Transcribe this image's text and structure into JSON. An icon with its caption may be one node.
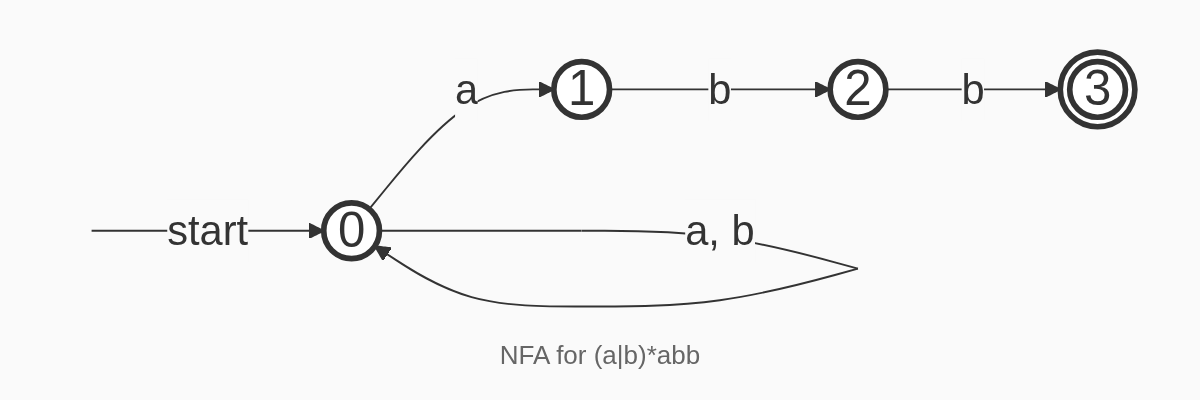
{
  "diagram": {
    "caption": "NFA for (a|b)*abb",
    "nodes": [
      {
        "text": [
          "0"
        ]
      },
      {
        "text": [
          "1"
        ]
      },
      {
        "text": [
          "2"
        ]
      },
      {
        "text": [
          "3"
        ]
      }
    ],
    "edges": [
      {
        "from": null,
        "to": 0,
        "arrow": "to",
        "label": "start"
      },
      {
        "from": 0,
        "to": 0,
        "arrow": "to",
        "label": "a, b"
      },
      {
        "from": 0,
        "to": 1,
        "arrow": "to",
        "label": "a"
      },
      {
        "from": 1,
        "to": 2,
        "arrow": "to",
        "label": "b"
      },
      {
        "from": 2,
        "to": 3,
        "arrow": "to",
        "label": "b"
      }
    ]
  }
}
